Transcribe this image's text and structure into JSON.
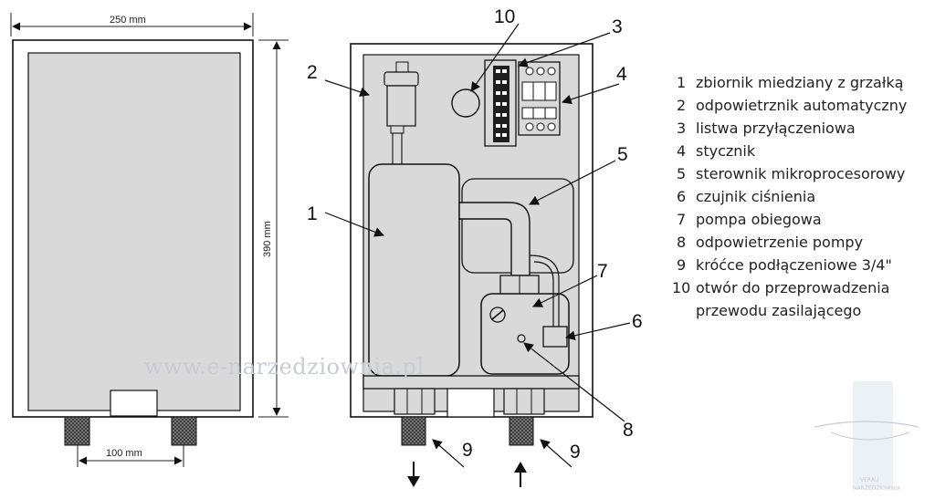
{
  "dimensions": {
    "width": "250 mm",
    "height": "390 mm",
    "spacing": "100 mm"
  },
  "callouts": [
    "1",
    "2",
    "3",
    "4",
    "5",
    "6",
    "7",
    "8",
    "9",
    "9",
    "10"
  ],
  "flow_arrows": [
    "down-arrow",
    "up-arrow"
  ],
  "legend": [
    {
      "num": "1",
      "text": "zbiornik miedziany z grzałką"
    },
    {
      "num": "2",
      "text": "odpowietrznik automatyczny"
    },
    {
      "num": "3",
      "text": "listwa przyłączeniowa"
    },
    {
      "num": "4",
      "text": "stycznik"
    },
    {
      "num": "5",
      "text": "sterownik mikroprocesorowy"
    },
    {
      "num": "6",
      "text": "czujnik ciśnienia"
    },
    {
      "num": "7",
      "text": "pompa obiegowa"
    },
    {
      "num": "8",
      "text": "odpowietrzenie pompy"
    },
    {
      "num": "9",
      "text": "króćce podłączeniowe 3/4\""
    },
    {
      "num": "10",
      "text": "otwór do przeprowadzenia"
    },
    {
      "num": "",
      "text": "przewodu zasilającego"
    }
  ],
  "watermark": "www.e-narzedziownia.pl",
  "logo": {
    "line1": "VERAU",
    "line2": "NARZĘDZIOWNIA"
  },
  "colors": {
    "panel_fill": "#d9d9d9",
    "stroke": "#111111",
    "watermark": "#c7ccd6"
  }
}
